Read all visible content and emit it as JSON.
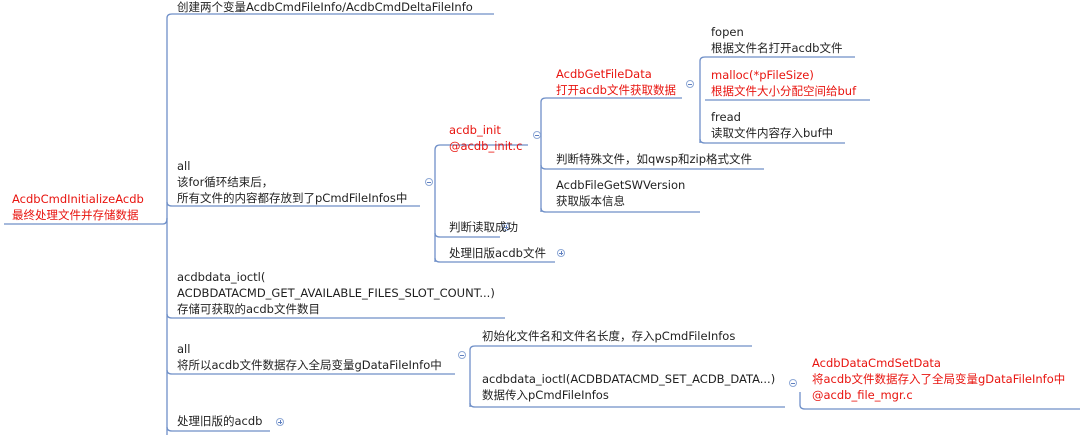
{
  "root": {
    "line1": "AcdbCmdInitializeAcdb",
    "line2": "最终处理文件并存储数据"
  },
  "branch_create": {
    "text": "创建两个变量AcdbCmdFileInfo/AcdbCmdDeltaFileInfo"
  },
  "branch_all1": {
    "line1": "all",
    "line2": "该for循环结束后，",
    "line3": "所有文件的内容都存放到了pCmdFileInfos中"
  },
  "acdb_init": {
    "line1": "acdb_init",
    "line2": "@acdb_init.c"
  },
  "get_file_data": {
    "line1": "AcdbGetFileData",
    "line2": "打开acdb文件获取数据"
  },
  "fopen": {
    "line1": "fopen",
    "line2": "根据文件名打开acdb文件"
  },
  "malloc": {
    "line1": "malloc(*pFileSize)",
    "line2": "根据文件大小分配空间给buf"
  },
  "fread": {
    "line1": "fread",
    "line2": "读取文件内容存入buf中"
  },
  "special_file": {
    "text": "判断特殊文件，如qwsp和zip格式文件"
  },
  "get_sw_version": {
    "line1": "AcdbFileGetSWVersion",
    "line2": "获取版本信息"
  },
  "read_success": {
    "text": "判断读取成功"
  },
  "old_acdb_file": {
    "text": "处理旧版acdb文件"
  },
  "ioctl_slot": {
    "line1": "acdbdata_ioctl(",
    "line2": "ACDBDATACMD_GET_AVAILABLE_FILES_SLOT_COUNT...)",
    "line3": "存储可获取的acdb文件数目"
  },
  "branch_all2": {
    "line1": "all",
    "line2": "将所以acdb文件数据存入全局变量gDataFileInfo中"
  },
  "init_filename": {
    "text": "初始化文件名和文件名长度，存入pCmdFileInfos"
  },
  "ioctl_set": {
    "line1": "acdbdata_ioctl(ACDBDATACMD_SET_ACDB_DATA...)",
    "line2": "数据传入pCmdFileInfos"
  },
  "cmd_set_data": {
    "line1": "AcdbDataCmdSetData",
    "line2": "将acdb文件数据存入了全局变量gDataFileInfo中",
    "line3": "@acdb_file_mgr.c"
  },
  "old_acdb": {
    "text": "处理旧版的acdb"
  },
  "colors": {
    "line": "#6f8fc8",
    "red_text": "#e8140f",
    "text": "#1f1f1f"
  }
}
